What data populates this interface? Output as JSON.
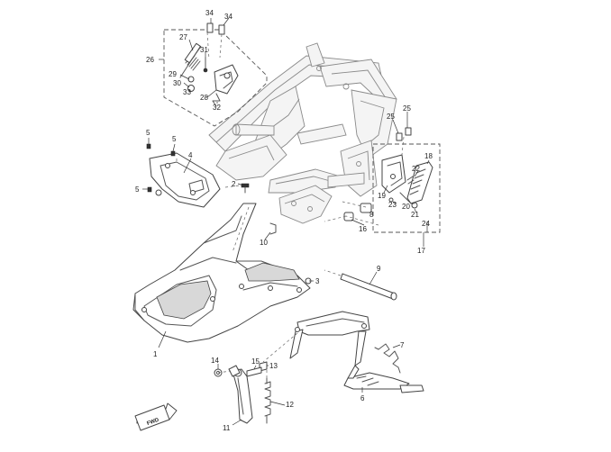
{
  "labels": {
    "n1": "1",
    "n2": "2",
    "n3": "3",
    "n4": "4",
    "n5a": "5",
    "n5b": "5",
    "n5c": "5",
    "n6": "6",
    "n7": "7",
    "n8": "8",
    "n9": "9",
    "n10": "10",
    "n11": "11",
    "n12": "12",
    "n13": "13",
    "n14": "14",
    "n15": "15",
    "n16": "16",
    "n17": "17",
    "n18": "18",
    "n19": "19",
    "n20": "20",
    "n21": "21",
    "n22": "22",
    "n23": "23",
    "n24": "24",
    "n25a": "25",
    "n25b": "25",
    "n26": "26",
    "n27": "27",
    "n28": "28",
    "n29": "29",
    "n30": "30",
    "n31": "31",
    "n32": "32",
    "n33": "33",
    "n34a": "34",
    "n34b": "34"
  },
  "fwd_label": "FWD"
}
